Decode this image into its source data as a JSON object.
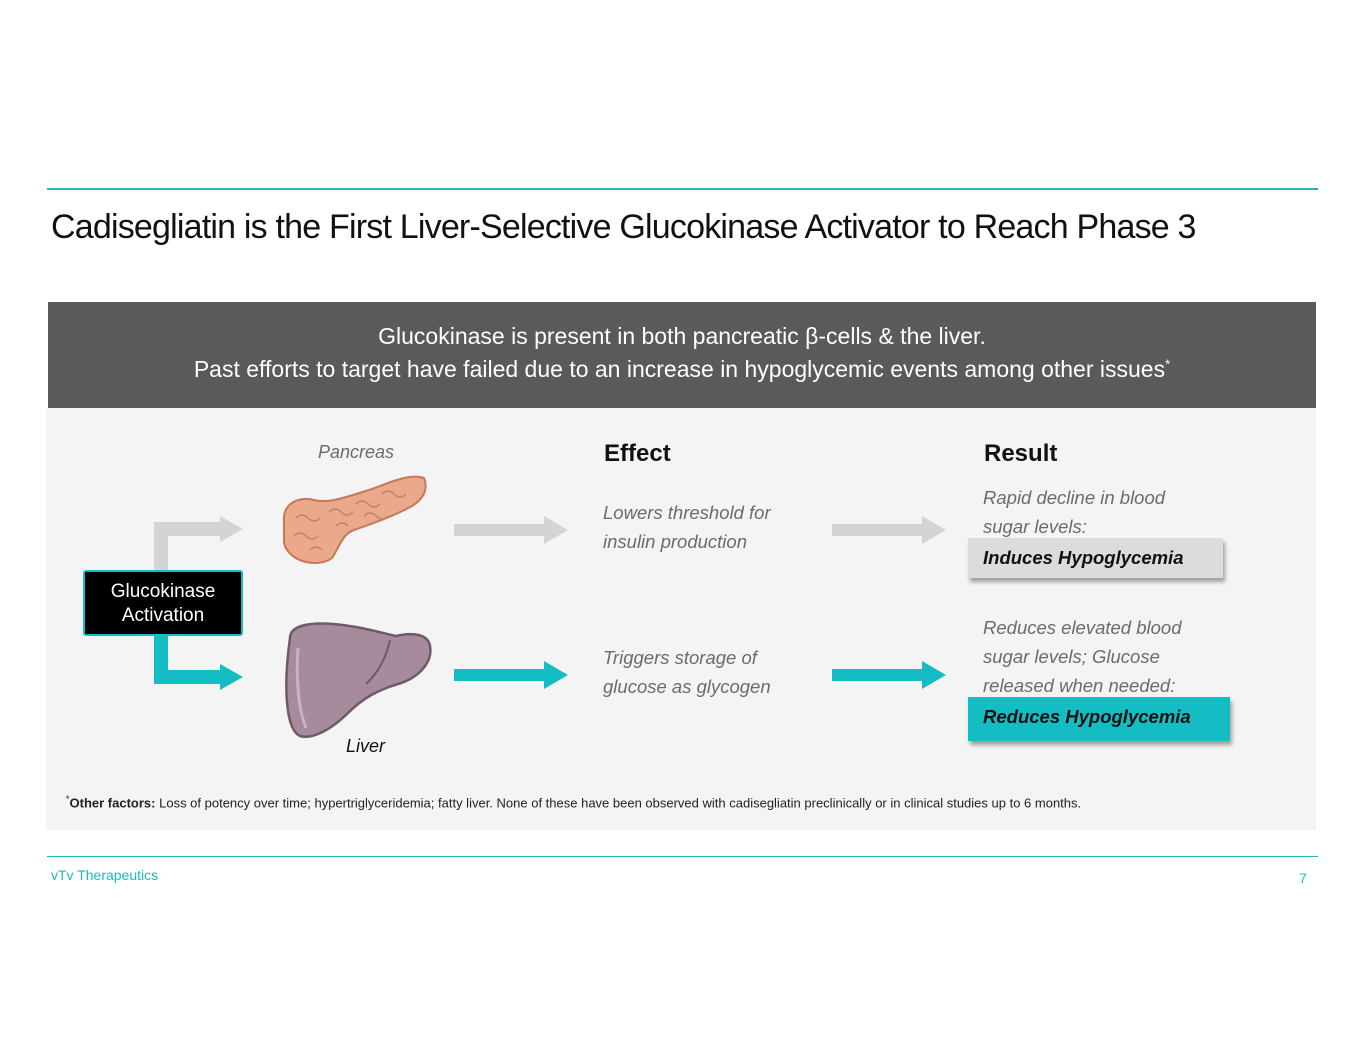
{
  "slide": {
    "title": "Cadisegliatin is the First Liver-Selective Glucokinase Activator to Reach Phase 3"
  },
  "banner": {
    "line1": "Glucokinase is present in both pancreatic β-cells & the liver.",
    "line2": "Past efforts to target have failed due to an increase in hypoglycemic events among other issues",
    "marker": "*"
  },
  "diagram": {
    "activation_label_line1": "Glucokinase",
    "activation_label_line2": "Activation",
    "pancreas_label": "Pancreas",
    "liver_label": "Liver",
    "effect_header": "Effect",
    "result_header": "Result",
    "pancreas_effect_line1": "Lowers threshold for",
    "pancreas_effect_line2": "insulin production",
    "liver_effect_line1": "Triggers storage of",
    "liver_effect_line2": "glucose as glycogen",
    "pancreas_result_line1": "Rapid decline in blood",
    "pancreas_result_line2": "sugar levels:",
    "pancreas_result_label": "Induces Hypoglycemia",
    "liver_result_line1": "Reduces elevated blood",
    "liver_result_line2": "sugar levels; Glucose",
    "liver_result_line3": "released when needed:",
    "liver_result_label": "Reduces Hypoglycemia",
    "colors": {
      "accent": "#14bcc3",
      "neutral_arrow": "#d4d4d4",
      "banner": "#5a5a5a"
    }
  },
  "footnote": {
    "marker": "*",
    "bold": "Other factors:",
    "text": "Loss of potency over time; hypertriglyceridemia; fatty liver. None of these have been observed with cadisegliatin preclinically or in clinical studies up to 6 months."
  },
  "footer": {
    "company": "vTv Therapeutics",
    "page_number": "7"
  }
}
